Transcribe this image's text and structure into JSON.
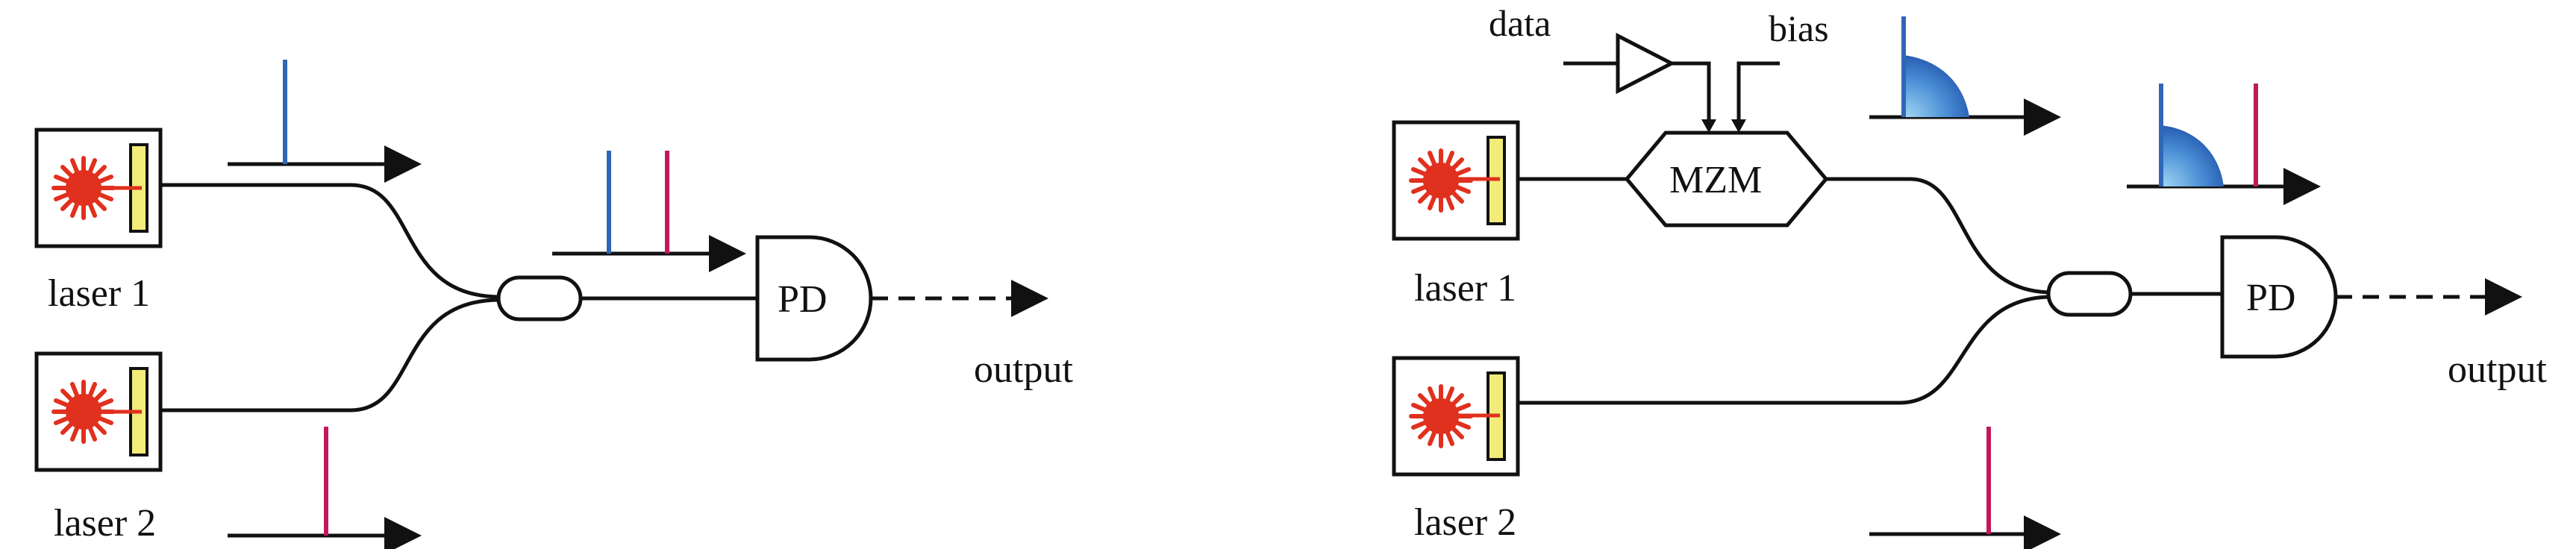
{
  "left": {
    "laser1_label": "laser 1",
    "laser2_label": "laser 2",
    "detector_label": "PD",
    "output_label": "output"
  },
  "right": {
    "laser1_label": "laser 1",
    "laser2_label": "laser 2",
    "modulator_label": "MZM",
    "data_label": "data",
    "bias_label": "bias",
    "detector_label": "PD",
    "output_label": "output"
  },
  "colors": {
    "laser_red": "#e0301e",
    "grating_yellow": "#f2ec7a",
    "line_blue": "#2f67b8",
    "line_magenta": "#c2185b",
    "spectrum_gradient_light": "#7ec3ec",
    "spectrum_gradient_dark": "#1f4fa8"
  },
  "icons": [
    "laser-source-icon",
    "amplifier-triangle-icon",
    "coupler-icon",
    "photodetector-icon"
  ]
}
